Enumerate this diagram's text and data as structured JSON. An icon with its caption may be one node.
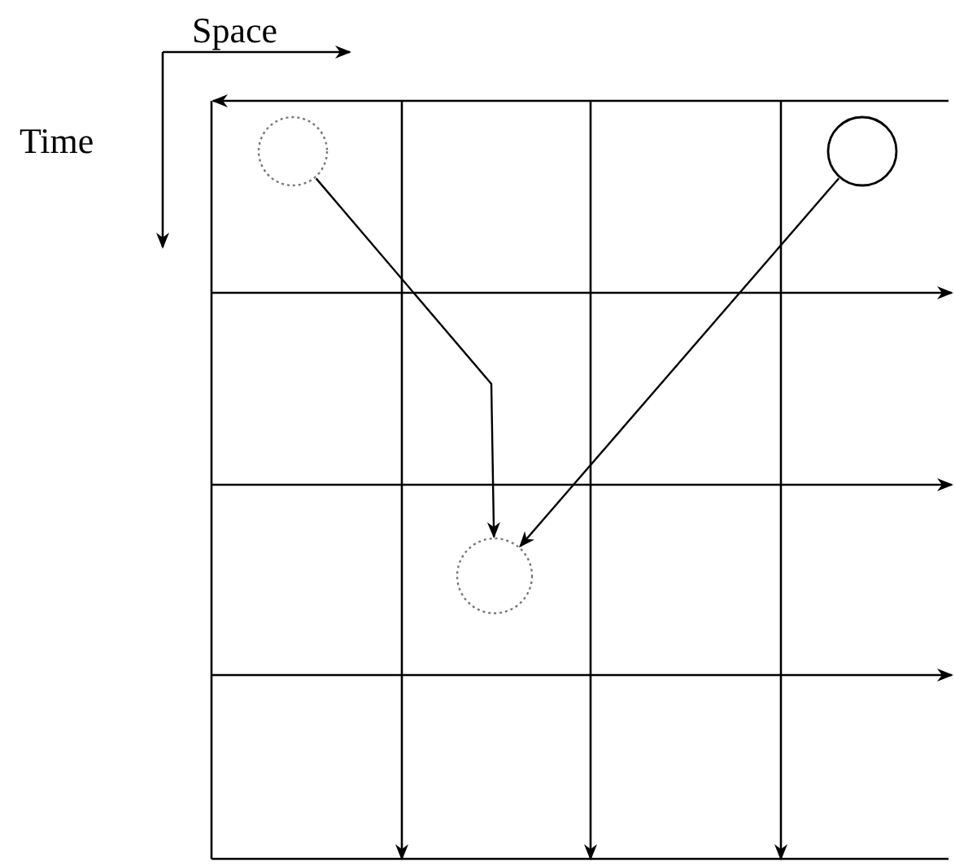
{
  "diagram": {
    "nodes": [
      {
        "text": [],
        "shape": "circle"
      },
      {
        "text": [],
        "shape": "circle"
      },
      {
        "text": [],
        "shape": "circle"
      }
    ],
    "edges": [
      {
        "from": 0,
        "to": 2,
        "arrow": "to"
      },
      {
        "from": 1,
        "to": 2,
        "arrow": "to"
      }
    ],
    "labels": [
      "Space",
      "Time"
    ]
  }
}
